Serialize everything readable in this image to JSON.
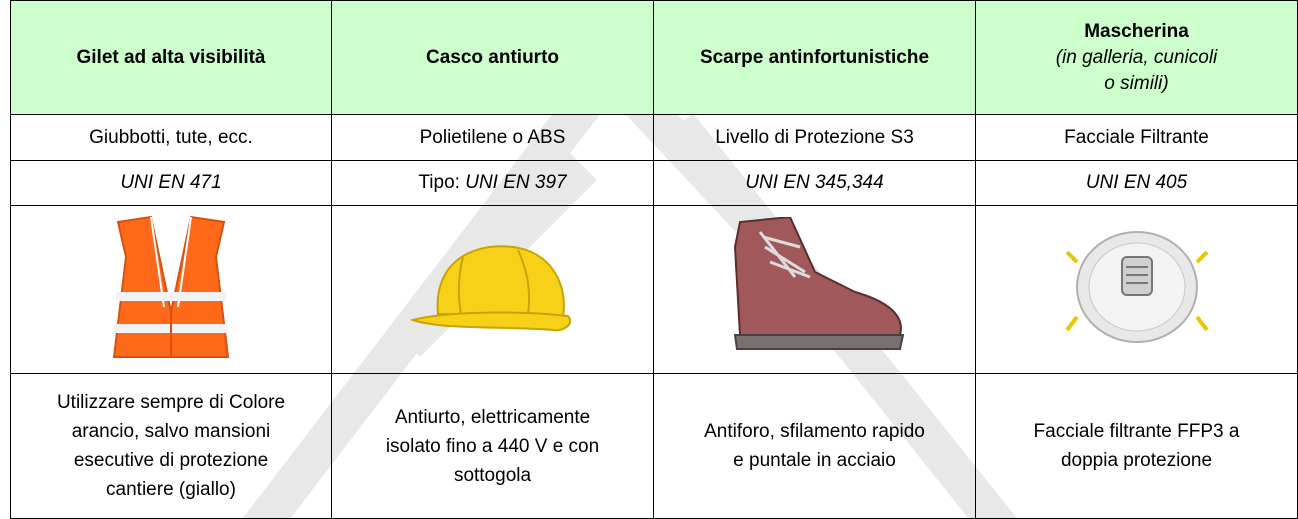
{
  "columns": [
    {
      "header": "Gilet ad alta visibilità",
      "material": "Giubbotti, tute, ecc.",
      "standard_prefix": "",
      "standard": "UNI EN 471",
      "image_icon": "hi-vis-vest-icon",
      "description_lines": [
        "Utilizzare sempre di Colore",
        "arancio, salvo mansioni",
        "esecutive di protezione",
        "cantiere (giallo)"
      ]
    },
    {
      "header": "Casco antiurto",
      "material": "Polietilene o ABS",
      "standard_prefix": "Tipo: ",
      "standard": "UNI EN 397",
      "image_icon": "hard-hat-icon",
      "description_lines": [
        "Antiurto, elettricamente",
        "isolato fino a 440 V e con",
        "sottogola"
      ]
    },
    {
      "header": "Scarpe antinfortunistiche",
      "material": "Livello di Protezione S3",
      "standard_prefix": "",
      "standard": "UNI EN 345,344",
      "image_icon": "safety-boot-icon",
      "description_lines": [
        "Antiforo, sfilamento rapido",
        "e puntale in acciaio"
      ]
    },
    {
      "header": "Mascherina",
      "header_sub_lines": [
        "(in galleria, cunicoli",
        "o simili)"
      ],
      "material": "Facciale Filtrante",
      "standard_prefix": "",
      "standard": "UNI EN 405",
      "image_icon": "respirator-mask-icon",
      "description_lines": [
        "Facciale filtrante FFP3 a",
        "doppia protezione"
      ]
    }
  ],
  "colors": {
    "header_bg": "#ccffcc",
    "vest_orange": "#ff6a1a",
    "helmet_yellow": "#f7d117",
    "boot_brown": "#a0585a",
    "watermark": "#e6e6e6"
  }
}
